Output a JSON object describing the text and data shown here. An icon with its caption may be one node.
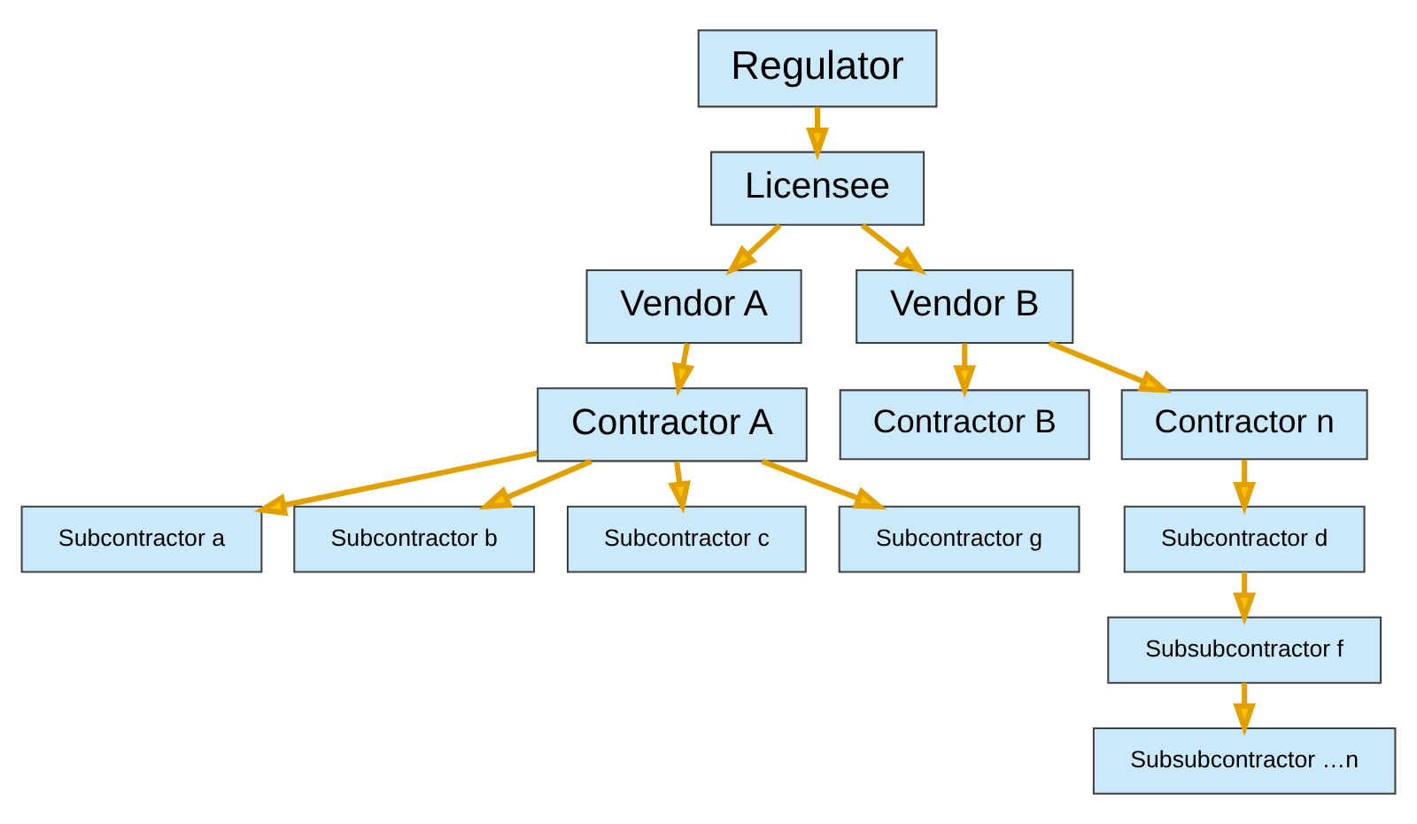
{
  "diagram": {
    "nodes": [
      {
        "text": [
          "Regulator"
        ]
      },
      {
        "text": [
          "Licensee"
        ]
      },
      {
        "text": [
          "Vendor A"
        ]
      },
      {
        "text": [
          "Vendor B"
        ]
      },
      {
        "text": [
          "Contractor A"
        ]
      },
      {
        "text": [
          "Contractor B"
        ]
      },
      {
        "text": [
          "Contractor n"
        ]
      },
      {
        "text": [
          "Subcontractor a"
        ]
      },
      {
        "text": [
          "Subcontractor b"
        ]
      },
      {
        "text": [
          "Subcontractor c"
        ]
      },
      {
        "text": [
          "Subcontractor g"
        ]
      },
      {
        "text": [
          "Subcontractor d"
        ]
      },
      {
        "text": [
          "Subsubcontractor f"
        ]
      },
      {
        "text": [
          "Subsubcontractor …n"
        ]
      }
    ],
    "edges": [
      {
        "from": 0,
        "to": 1,
        "arrow": "to"
      },
      {
        "from": 1,
        "to": 2,
        "arrow": "to"
      },
      {
        "from": 1,
        "to": 3,
        "arrow": "to"
      },
      {
        "from": 2,
        "to": 4,
        "arrow": "to"
      },
      {
        "from": 3,
        "to": 5,
        "arrow": "to"
      },
      {
        "from": 3,
        "to": 6,
        "arrow": "to"
      },
      {
        "from": 4,
        "to": 7,
        "arrow": "to"
      },
      {
        "from": 4,
        "to": 8,
        "arrow": "to"
      },
      {
        "from": 4,
        "to": 9,
        "arrow": "to"
      },
      {
        "from": 4,
        "to": 10,
        "arrow": "to"
      },
      {
        "from": 6,
        "to": 11,
        "arrow": "to"
      },
      {
        "from": 11,
        "to": 12,
        "arrow": "to"
      },
      {
        "from": 12,
        "to": 13,
        "arrow": "to"
      }
    ]
  }
}
